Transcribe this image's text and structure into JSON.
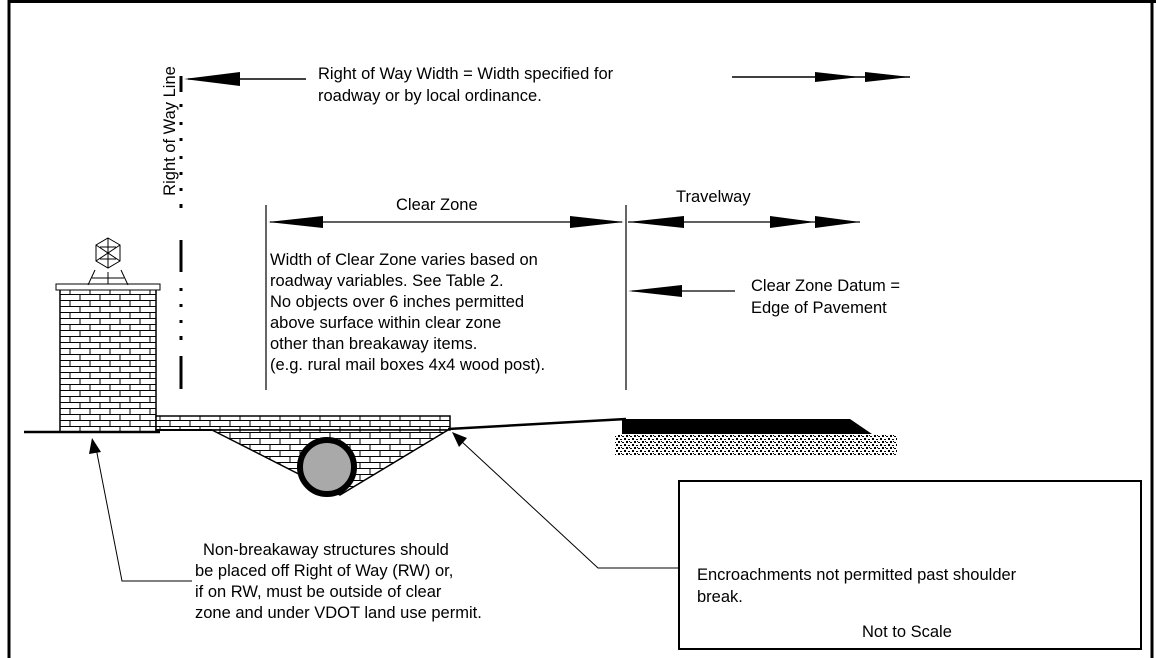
{
  "labels": {
    "row_line": "Right of Way Line",
    "row_width_1": "Right of Way Width = Width specified for",
    "row_width_2": "roadway or by local ordinance.",
    "clear_zone": "Clear Zone",
    "travelway": "Travelway",
    "cz_desc_1": "Width of Clear Zone varies based on",
    "cz_desc_2": "roadway variables. See Table 2.",
    "cz_desc_3": "No objects over 6 inches permitted",
    "cz_desc_4": "above surface within clear zone",
    "cz_desc_5": "other than breakaway items.",
    "cz_desc_6": "(e.g. rural mail boxes 4x4 wood post).",
    "datum_1": "Clear Zone Datum =",
    "datum_2": "Edge of Pavement",
    "nonbreak_1": "Non-breakaway structures should",
    "nonbreak_2": "be placed off Right of Way (RW) or,",
    "nonbreak_3": " if on RW, must be outside of clear",
    "nonbreak_4": "zone and under VDOT land use permit.",
    "encroach_1": "Encroachments  not  permitted  past  shoulder",
    "encroach_2": "break.",
    "not_to_scale": "Not to Scale"
  },
  "colors": {
    "ink": "#000000",
    "culvert_fill": "#a9a9a9",
    "background": "#ffffff"
  }
}
